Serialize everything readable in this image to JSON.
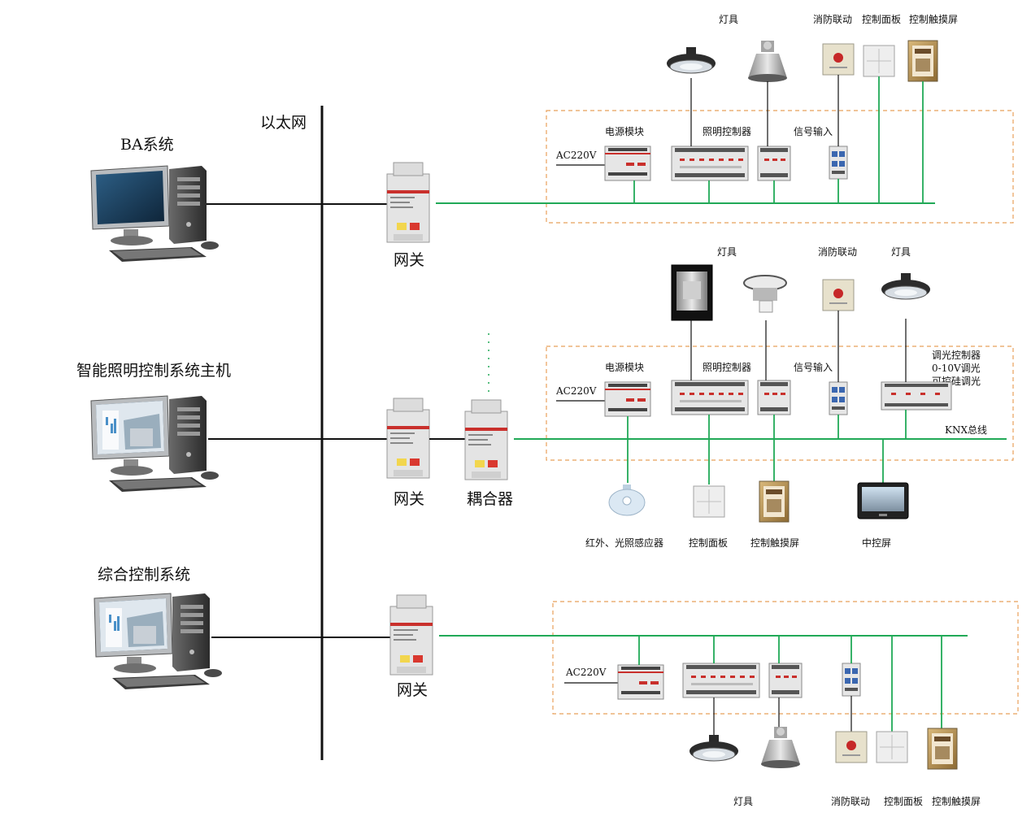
{
  "network": {
    "ethernet_label": "以太网"
  },
  "hosts": {
    "ba": "BA系统",
    "lighting": "智能照明控制系统主机",
    "integrated": "综合控制系统"
  },
  "gateway_label": "网关",
  "coupler_label": "耦合器",
  "ac_label": "AC220V",
  "knx_bus_label": "KNX总线",
  "module_labels": {
    "power": "电源模块",
    "lighting_controller": "照明控制器",
    "signal_input": "信号输入",
    "dimming": [
      "调光控制器",
      "0-10V调光",
      "可控硅调光"
    ]
  },
  "device_labels": {
    "lamp": "灯具",
    "fire_link": "消防联动",
    "control_panel": "控制面板",
    "touch_screen": "控制触摸屏",
    "ir_sensor": "红外、光照感应器",
    "center_screen": "中控屏"
  },
  "colors": {
    "bus_green": "#21a957",
    "backbone": "#111111",
    "dashed_box": "#e8a15b",
    "gateway_stripe": "#c9302c"
  }
}
